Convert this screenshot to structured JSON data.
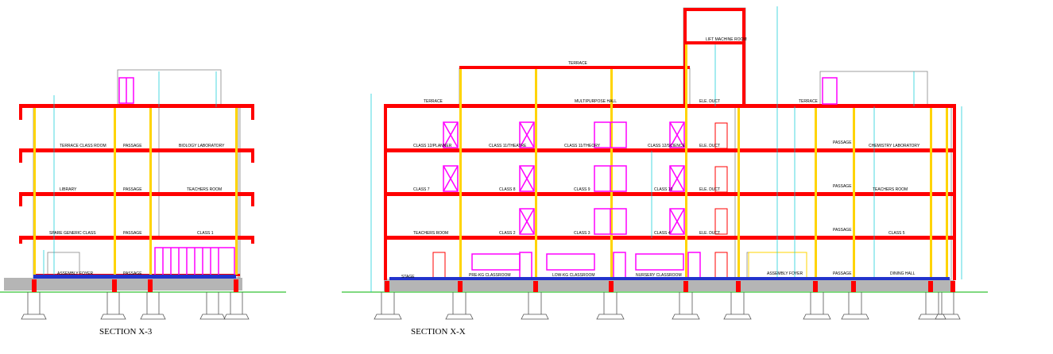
{
  "titles": {
    "left": "SECTION X-3",
    "right": "SECTION X-X"
  },
  "left_section": {
    "floor3": [
      "TERRACE CLASS ROOM",
      "PASSAGE",
      "BIOLOGY LABORATORY"
    ],
    "floor2": [
      "LIBRARY",
      "PASSAGE",
      "TEACHERS ROOM"
    ],
    "floor1": [
      "SPARE GENERIC CLASS",
      "PASSAGE",
      "CLASS 1"
    ],
    "ground": [
      "ASSEMBLY FOYER",
      "PASSAGE"
    ]
  },
  "right_section": {
    "lift_room": "LIFT MACHINE ROOM",
    "roof_terrace": "TERRACE",
    "terrace_row": [
      "TERRACE",
      "MULTIPURPOSE HALL",
      "ELE. DUCT",
      "TERRACE"
    ],
    "floor3": [
      "CLASS 12/PLANNER",
      "CLASS 11/THEATRE",
      "CLASS 11/THEORY",
      "CLASS 12/SCIENCE",
      "ELE. DUCT",
      "PASSAGE",
      "CHEMISTRY LABORATORY"
    ],
    "floor2": [
      "CLASS 7",
      "CLASS 8",
      "CLASS 9",
      "CLASS 10",
      "ELE. DUCT",
      "PASSAGE",
      "TEACHERS ROOM"
    ],
    "floor1": [
      "TEACHERS ROOM",
      "CLASS 2",
      "CLASS 3",
      "CLASS 4",
      "ELE. DUCT",
      "PASSAGE",
      "CLASS 5"
    ],
    "ground": [
      "STAGE",
      "PRE-KG CLASSROOM",
      "LOW-KG CLASSROOM",
      "NURSERY CLASSROOM",
      "ASSEMBLY FOYER",
      "PASSAGE",
      "DINING HALL"
    ]
  }
}
